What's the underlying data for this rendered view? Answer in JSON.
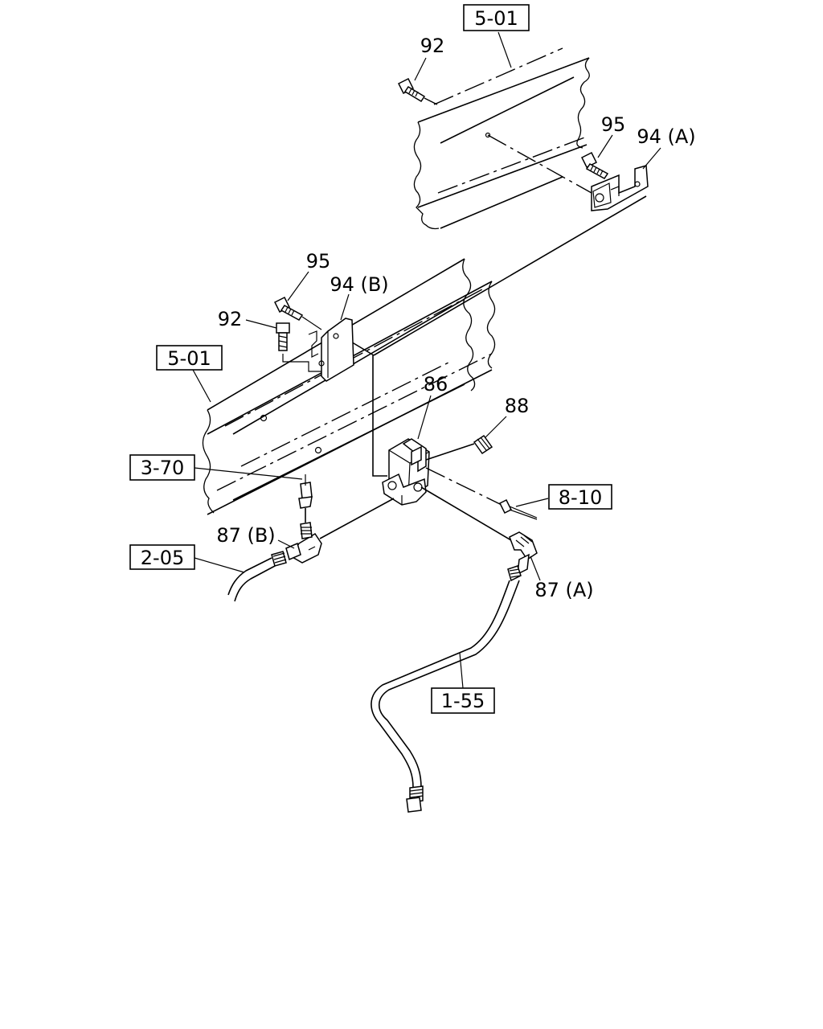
{
  "diagram": {
    "callouts": {
      "ref_5_01_top": "5-01",
      "ref_5_01_left": "5-01",
      "ref_3_70": "3-70",
      "ref_2_05": "2-05",
      "ref_8_10": "8-10",
      "ref_1_55": "1-55",
      "part_92_top": "92",
      "part_95_top": "95",
      "part_94a": "94 (A)",
      "part_95_left": "95",
      "part_94b": "94 (B)",
      "part_92_left": "92",
      "part_86": "86",
      "part_88": "88",
      "part_87b": "87 (B)",
      "part_87a": "87 (A)"
    }
  }
}
